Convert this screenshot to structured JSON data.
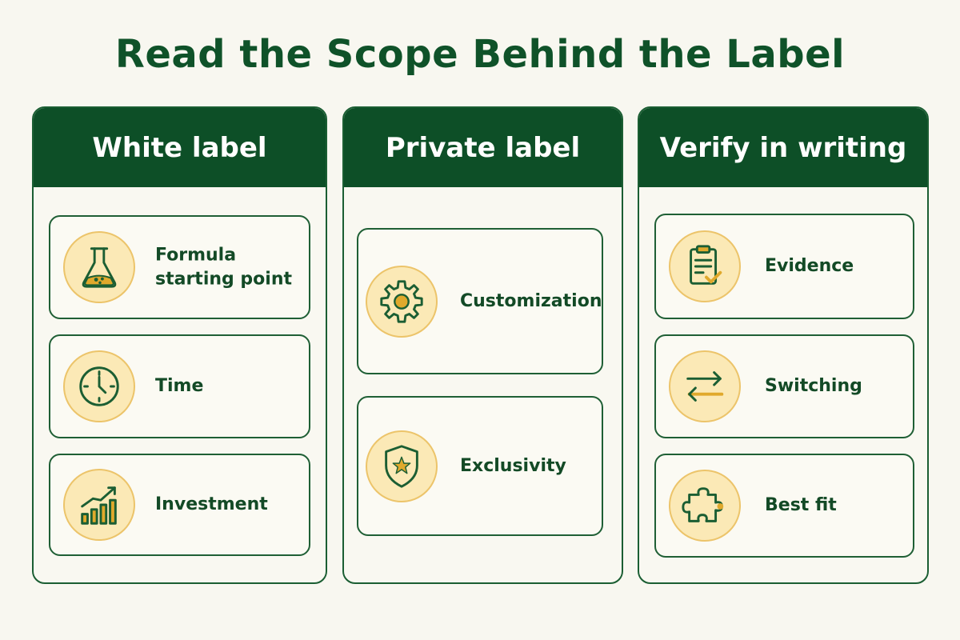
{
  "title": "Read the Scope Behind the Label",
  "columns": [
    {
      "header": "White label",
      "items": [
        {
          "label": "Formula starting point",
          "icon": "flask-icon"
        },
        {
          "label": "Time",
          "icon": "clock-icon"
        },
        {
          "label": "Investment",
          "icon": "growth-chart-icon"
        }
      ]
    },
    {
      "header": "Private label",
      "items": [
        {
          "label": "Customization",
          "icon": "gear-icon"
        },
        {
          "label": "Exclusivity",
          "icon": "shield-star-icon"
        }
      ]
    },
    {
      "header": "Verify in writing",
      "items": [
        {
          "label": "Evidence",
          "icon": "clipboard-check-icon"
        },
        {
          "label": "Switching",
          "icon": "swap-arrows-icon"
        },
        {
          "label": "Best fit",
          "icon": "puzzle-piece-icon"
        }
      ]
    }
  ],
  "colors": {
    "primary_green": "#0d4f27",
    "accent_gold": "#e0a92c",
    "icon_circle_fill": "#fbe9b6",
    "background": "#f8f7f0"
  }
}
